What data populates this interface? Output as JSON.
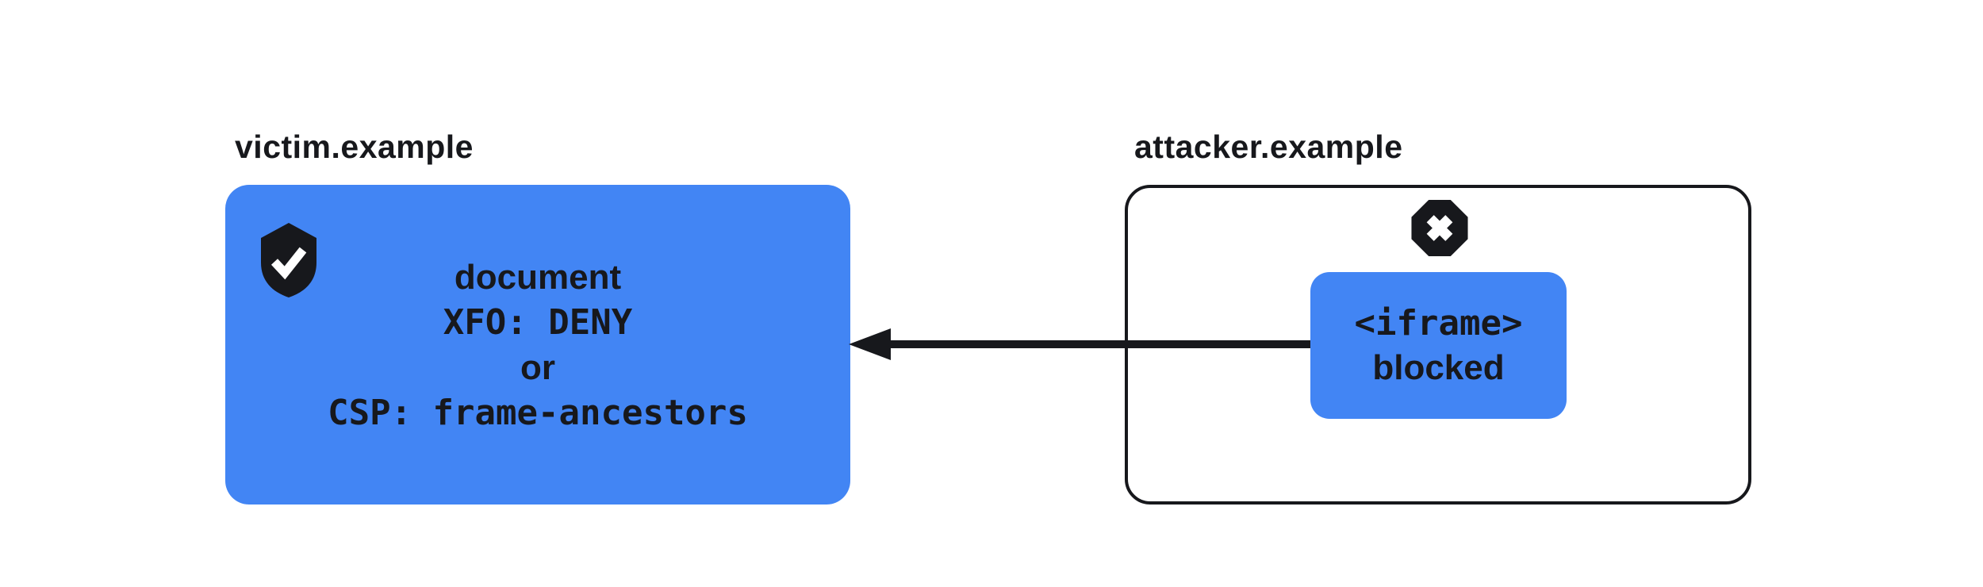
{
  "colors": {
    "accent_blue": "#4285F4",
    "ink": "#17181C",
    "background": "#FFFFFF"
  },
  "victim": {
    "label": "victim.example",
    "icon": "shield-check-icon",
    "card_lines": [
      {
        "text": "document"
      },
      {
        "text": "XFO: DENY"
      },
      {
        "text": "or"
      },
      {
        "text": "CSP: frame-ancestors"
      }
    ]
  },
  "attacker": {
    "label": "attacker.example",
    "icon": "blocked-x-octagon-icon",
    "iframe_card_lines": [
      {
        "text": "<iframe>"
      },
      {
        "text": "blocked"
      }
    ]
  },
  "arrow": {
    "direction": "right-to-left"
  }
}
